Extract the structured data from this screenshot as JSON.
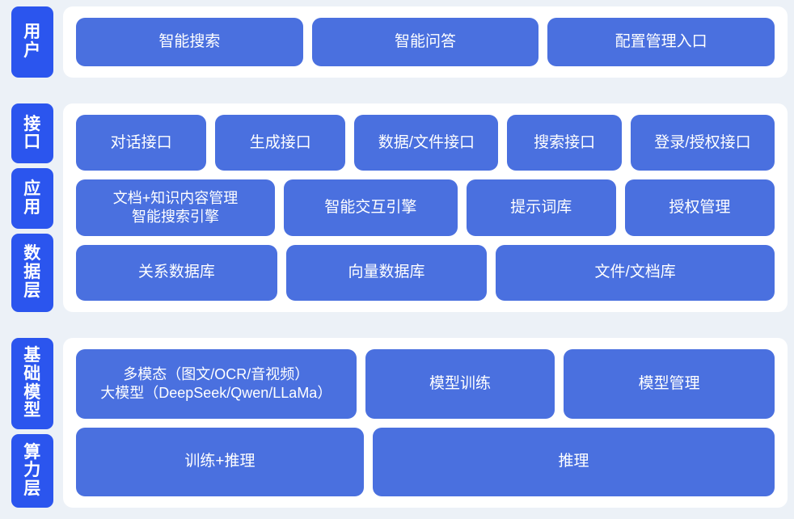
{
  "meta": {
    "title": "智能大模型平台分层架构图",
    "colors": {
      "background": "#ecf1f7",
      "panel": "#ffffff",
      "tab_blue": "#2b55ee",
      "box_blue": "#4a70df",
      "text": "#ffffff"
    }
  },
  "sections": [
    {
      "id": "user",
      "tabs": [
        {
          "label": "用户"
        }
      ],
      "rows": [
        {
          "id": "user-row",
          "boxes": [
            {
              "label": "智能搜索"
            },
            {
              "label": "智能问答"
            },
            {
              "label": "配置管理入口"
            }
          ]
        }
      ]
    },
    {
      "id": "middle",
      "tabs": [
        {
          "label": "接口"
        },
        {
          "label": "应用"
        },
        {
          "label": "数据层"
        }
      ],
      "rows": [
        {
          "id": "interface-row",
          "boxes": [
            {
              "label": "对话接口"
            },
            {
              "label": "生成接口"
            },
            {
              "label": "数据/文件接口"
            },
            {
              "label": "搜索接口"
            },
            {
              "label": "登录/授权接口"
            }
          ]
        },
        {
          "id": "application-row",
          "boxes": [
            {
              "line1": "文档+知识内容管理",
              "line2": "智能搜索引擎"
            },
            {
              "label": "智能交互引擎"
            },
            {
              "label": "提示词库"
            },
            {
              "label": "授权管理"
            }
          ]
        },
        {
          "id": "data-row",
          "boxes": [
            {
              "label": "关系数据库"
            },
            {
              "label": "向量数据库"
            },
            {
              "label": "文件/文档库"
            }
          ]
        }
      ]
    },
    {
      "id": "base",
      "tabs": [
        {
          "label": "基础模型"
        },
        {
          "label": "算力层"
        }
      ],
      "rows": [
        {
          "id": "model-row",
          "boxes": [
            {
              "line1": "多模态（图文/OCR/音视频）",
              "line2": "大模型（DeepSeek/Qwen/LLaMa）"
            },
            {
              "label": "模型训练"
            },
            {
              "label": "模型管理"
            }
          ]
        },
        {
          "id": "compute-row",
          "boxes": [
            {
              "label": "训练+推理"
            },
            {
              "label": "推理"
            }
          ]
        }
      ]
    }
  ]
}
